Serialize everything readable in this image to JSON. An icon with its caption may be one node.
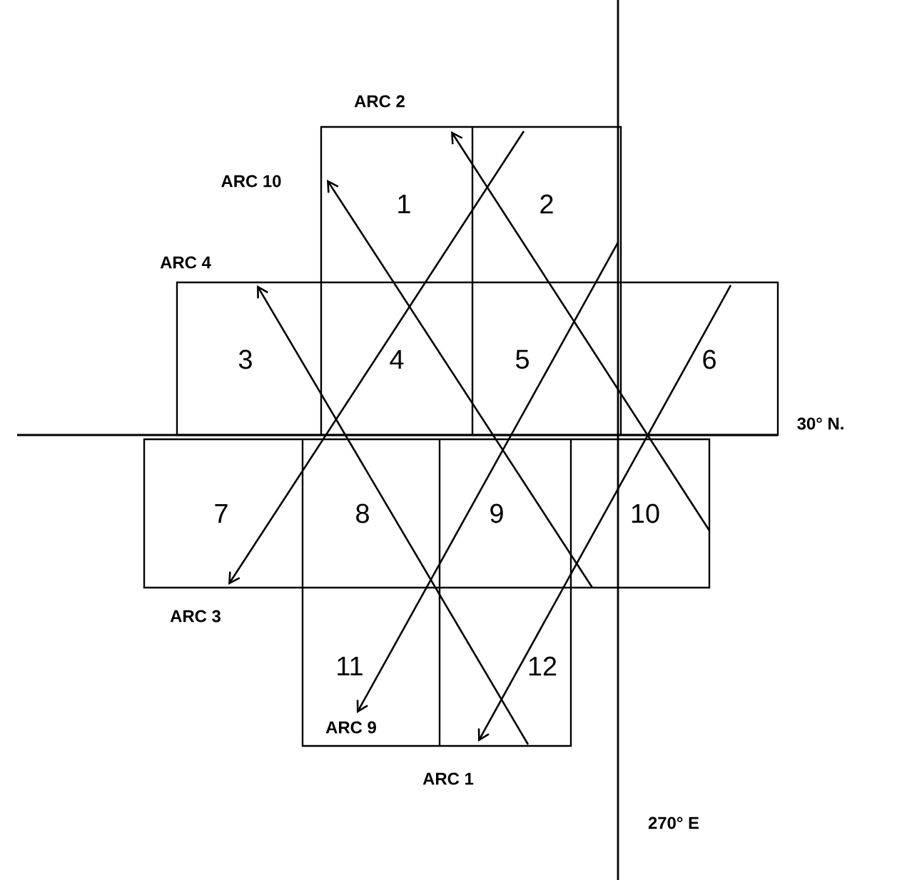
{
  "diagram": {
    "labels": [
      "ARC 2",
      "ARC 10",
      "1",
      "2",
      "ARC 4",
      "3",
      "4",
      "5",
      "6",
      "30° N.",
      "7",
      "8",
      "9",
      "10",
      "ARC 3",
      "11",
      "12",
      "ARC 9",
      "ARC 1",
      "270° E"
    ]
  }
}
